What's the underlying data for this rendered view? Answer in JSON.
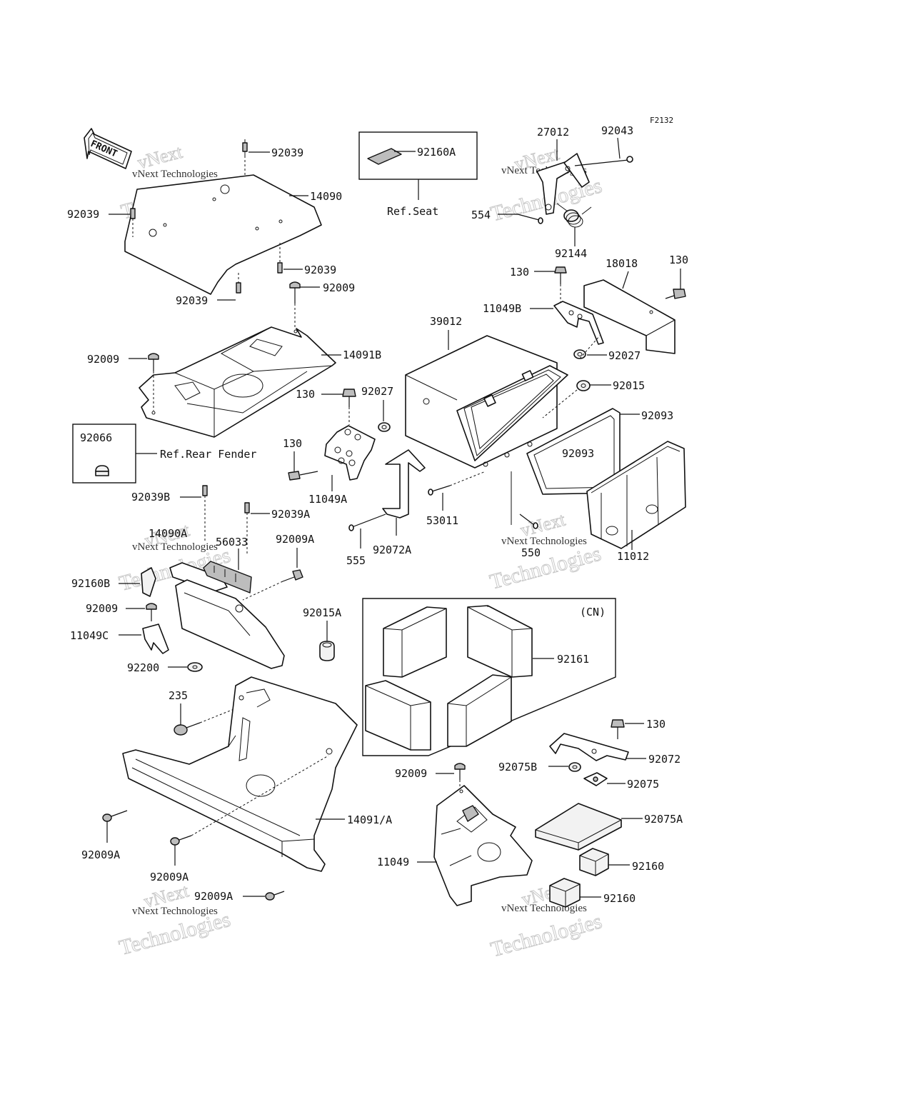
{
  "diagram_code": "F2132",
  "front_arrow_label": "FRONT",
  "ref_labels": {
    "seat": "Ref.Seat",
    "rear_fender": "Ref.Rear Fender",
    "cn": "(CN)"
  },
  "watermark": {
    "brand_line1": "vNext",
    "brand_line2": "Technologies",
    "small_text": "vNext Technologies"
  },
  "parts": {
    "p92039_top": "92039",
    "p14090": "14090",
    "p92039_left": "92039",
    "p92039_mid": "92039",
    "p92039_bot": "92039",
    "p92009_a": "92009",
    "p92009_b": "92009",
    "p14091B": "14091B",
    "p92066": "92066",
    "p92160A": "92160A",
    "p27012": "27012",
    "p92043": "92043",
    "p554": "554",
    "p92144": "92144",
    "p130_a": "130",
    "p18018": "18018",
    "p130_b": "130",
    "p11049B": "11049B",
    "p39012": "39012",
    "p92027_a": "92027",
    "p130_c": "130",
    "p92027_b": "92027",
    "p92015": "92015",
    "p92093_a": "92093",
    "p92093_b": "92093",
    "p130_d": "130",
    "p11049A": "11049A",
    "p53011": "53011",
    "p555": "555",
    "p92072A": "92072A",
    "p550": "550",
    "p11012": "11012",
    "p92039B": "92039B",
    "p92039A": "92039A",
    "p14090A": "14090A",
    "p56033": "56033",
    "p92009A_a": "92009A",
    "p92160B": "92160B",
    "p92009_c": "92009",
    "p11049C": "11049C",
    "p92200": "92200",
    "p92015A": "92015A",
    "p92161": "92161",
    "p235": "235",
    "p130_e": "130",
    "p92072": "92072",
    "p92075B": "92075B",
    "p92009_d": "92009",
    "p92075": "92075",
    "p14091A": "14091/A",
    "p92075A": "92075A",
    "p92009A_b": "92009A",
    "p92009A_c": "92009A",
    "p92009A_d": "92009A",
    "p11049": "11049",
    "p92160_a": "92160",
    "p92160_b": "92160"
  }
}
